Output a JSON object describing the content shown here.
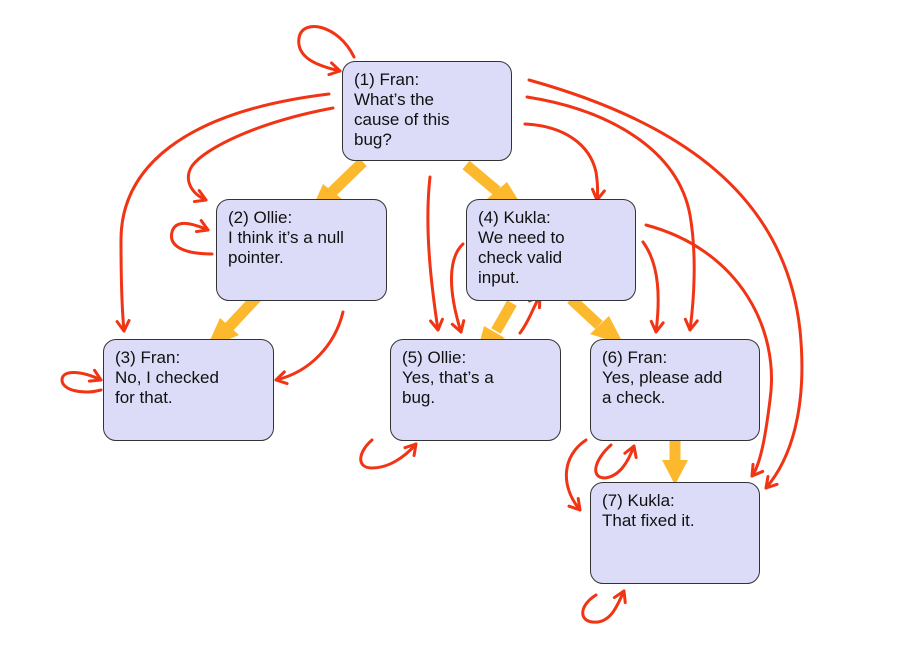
{
  "colors": {
    "node_fill": "#dcdcf8",
    "node_border": "#333333",
    "main_arrow": "#fdb92e",
    "reply_arrow": "#f03414"
  },
  "nodes": [
    {
      "id": "n1",
      "lines": [
        "(1) Fran:",
        "What’s the",
        "cause of this",
        "bug?"
      ]
    },
    {
      "id": "n2",
      "lines": [
        "(2) Ollie:",
        "I think it’s a null",
        "pointer."
      ]
    },
    {
      "id": "n3",
      "lines": [
        "(3) Fran:",
        "No, I checked",
        "for that."
      ]
    },
    {
      "id": "n4",
      "lines": [
        "(4) Kukla:",
        "We need to",
        "check valid",
        "input."
      ]
    },
    {
      "id": "n5",
      "lines": [
        "(5) Ollie:",
        "Yes, that’s a",
        "bug."
      ]
    },
    {
      "id": "n6",
      "lines": [
        "(6) Fran:",
        "Yes, please add",
        "a check."
      ]
    },
    {
      "id": "n7",
      "lines": [
        "(7) Kukla:",
        "That fixed it."
      ]
    }
  ],
  "edges": {
    "main_thread": [
      {
        "from": "1",
        "to": "2"
      },
      {
        "from": "1",
        "to": "4"
      },
      {
        "from": "2",
        "to": "3"
      },
      {
        "from": "4",
        "to": "5"
      },
      {
        "from": "4",
        "to": "6"
      },
      {
        "from": "6",
        "to": "7"
      }
    ],
    "other_links": [
      {
        "from": "1",
        "to": "1"
      },
      {
        "from": "1",
        "to": "2"
      },
      {
        "from": "1",
        "to": "3"
      },
      {
        "from": "1",
        "to": "4"
      },
      {
        "from": "1",
        "to": "5"
      },
      {
        "from": "1",
        "to": "6"
      },
      {
        "from": "1",
        "to": "7"
      },
      {
        "from": "2",
        "to": "2"
      },
      {
        "from": "2",
        "to": "3"
      },
      {
        "from": "3",
        "to": "3"
      },
      {
        "from": "4",
        "to": "4"
      },
      {
        "from": "4",
        "to": "5"
      },
      {
        "from": "4",
        "to": "6"
      },
      {
        "from": "4",
        "to": "7"
      },
      {
        "from": "5",
        "to": "5"
      },
      {
        "from": "6",
        "to": "6"
      },
      {
        "from": "6",
        "to": "7"
      },
      {
        "from": "7",
        "to": "7"
      }
    ]
  }
}
